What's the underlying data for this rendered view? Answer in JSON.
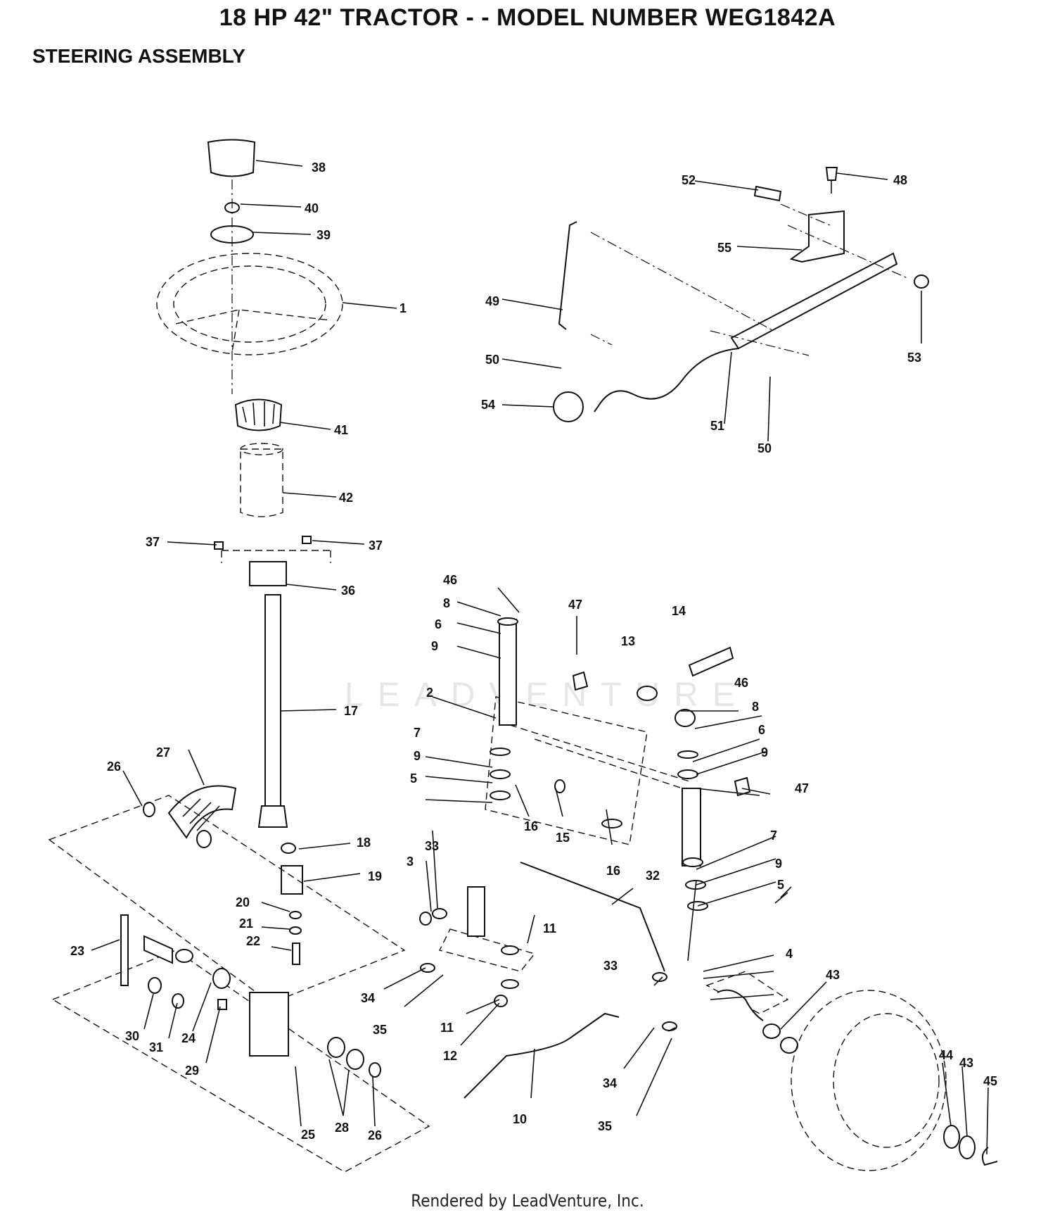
{
  "header": {
    "title": "18 HP 42\" TRACTOR - - MODEL NUMBER WEG1842A",
    "subtitle": "STEERING ASSEMBLY"
  },
  "watermark": {
    "text": "LEADVENTURE"
  },
  "footer": {
    "text": "Rendered by LeadVenture, Inc."
  },
  "callouts": [
    "38",
    "40",
    "39",
    "1",
    "41",
    "42",
    "37",
    "37",
    "36",
    "17",
    "27",
    "26",
    "18",
    "19",
    "20",
    "21",
    "22",
    "23",
    "30",
    "31",
    "24",
    "29",
    "25",
    "28",
    "26",
    "52",
    "48",
    "55",
    "49",
    "53",
    "50",
    "54",
    "51",
    "50",
    "46",
    "47",
    "8",
    "6",
    "9",
    "2",
    "7",
    "9",
    "5",
    "16",
    "15",
    "16",
    "13",
    "14",
    "46",
    "8",
    "6",
    "9",
    "47",
    "7",
    "9",
    "5",
    "3",
    "33",
    "11",
    "32",
    "33",
    "4",
    "34",
    "35",
    "11",
    "12",
    "10",
    "34",
    "35",
    "43",
    "44",
    "43",
    "45"
  ]
}
